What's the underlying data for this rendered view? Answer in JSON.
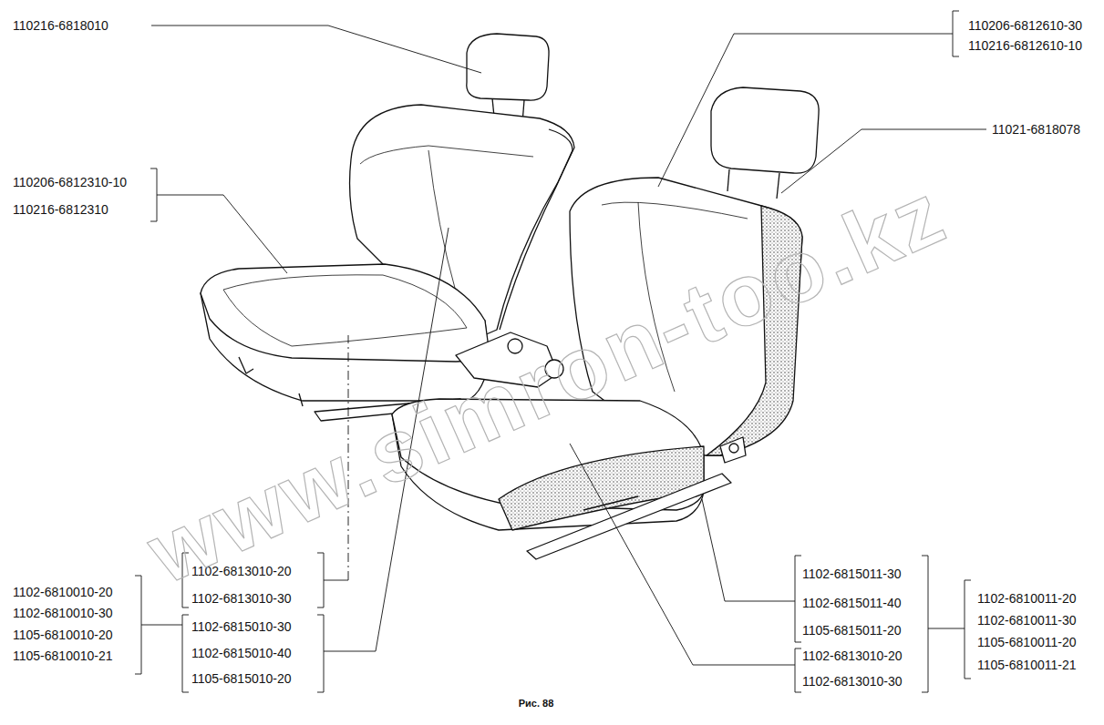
{
  "diagram": {
    "caption": "Рис. 88",
    "labels": [
      "110216-6818010",
      "110206-6812610-30",
      "110216-6812610-10",
      "11021-6818078",
      "110206-6812310-10",
      "110216-6812310",
      "1102-6813010-20",
      "1102-6813010-30",
      "1102-6810010-20",
      "1102-6810010-30",
      "1105-6810010-20",
      "1105-6810010-21",
      "1102-6815010-30",
      "1102-6815010-40",
      "1105-6815010-20",
      "1102-6815011-30",
      "1102-6815011-40",
      "1105-6815011-20",
      "1102-6813010-20",
      "1102-6813010-30",
      "1102-6810011-20",
      "1102-6810011-30",
      "1105-6810011-20",
      "1105-6810011-21",
      "www.simron-too.kz"
    ]
  }
}
